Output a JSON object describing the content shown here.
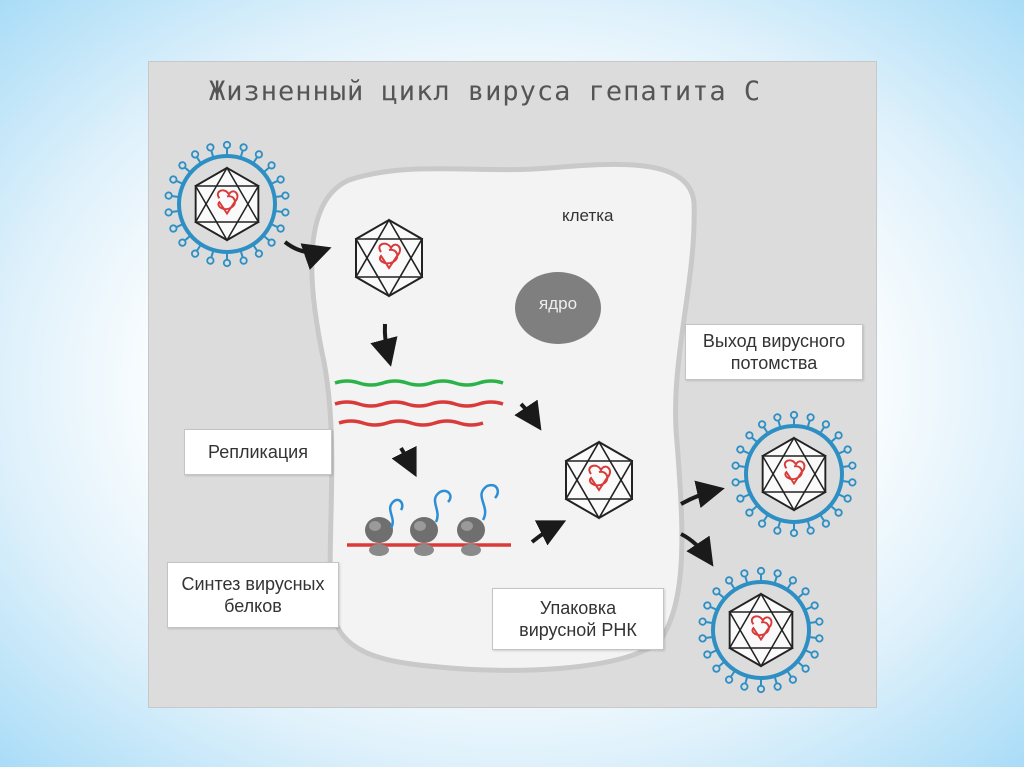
{
  "title": "Жизненный цикл вируса гепатита С",
  "labels": {
    "cell": "клетка",
    "nucleus": "ядро",
    "exit": "Выход вирусного\nпотомства",
    "replication": "Репликация",
    "synthesis": "Синтез вирусных\nбелков",
    "packaging": "Упаковка\nвирусной РНК"
  },
  "colors": {
    "envelope": "#2d8fc4",
    "rna": "#d93a3a",
    "green_strand": "#2bb34a",
    "protein": "#2c8fd6",
    "cell": "#f3f3f3",
    "nucleus": "#7f7f7f"
  },
  "icons": [
    "virion-icon",
    "capsid-icon",
    "ribosome-icon",
    "arrow-icon"
  ]
}
